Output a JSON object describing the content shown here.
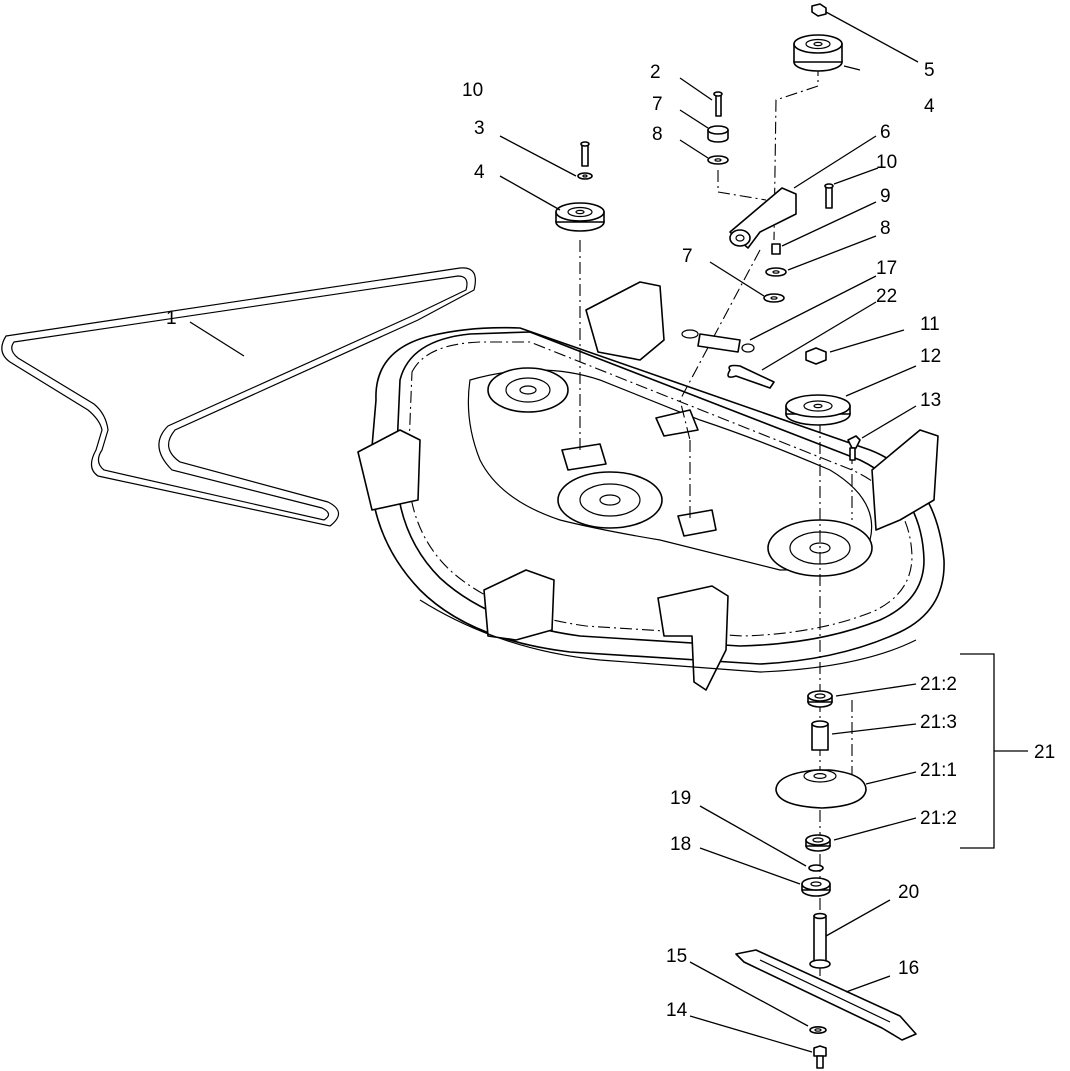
{
  "diagram": {
    "callouts": [
      {
        "id": "c1",
        "label": "1"
      },
      {
        "id": "c2",
        "label": "2"
      },
      {
        "id": "c3",
        "label": "3"
      },
      {
        "id": "c4a",
        "label": "4"
      },
      {
        "id": "c4b",
        "label": "4"
      },
      {
        "id": "c5",
        "label": "5"
      },
      {
        "id": "c6",
        "label": "6"
      },
      {
        "id": "c7a",
        "label": "7"
      },
      {
        "id": "c7b",
        "label": "7"
      },
      {
        "id": "c8a",
        "label": "8"
      },
      {
        "id": "c8b",
        "label": "8"
      },
      {
        "id": "c9",
        "label": "9"
      },
      {
        "id": "c10a",
        "label": "10"
      },
      {
        "id": "c10b",
        "label": "10"
      },
      {
        "id": "c11",
        "label": "11"
      },
      {
        "id": "c12",
        "label": "12"
      },
      {
        "id": "c13",
        "label": "13"
      },
      {
        "id": "c14",
        "label": "14"
      },
      {
        "id": "c15",
        "label": "15"
      },
      {
        "id": "c16",
        "label": "16"
      },
      {
        "id": "c17",
        "label": "17"
      },
      {
        "id": "c18",
        "label": "18"
      },
      {
        "id": "c19",
        "label": "19"
      },
      {
        "id": "c20",
        "label": "20"
      },
      {
        "id": "c21",
        "label": "21"
      },
      {
        "id": "c21_2a",
        "label": "21:2"
      },
      {
        "id": "c21_3",
        "label": "21:3"
      },
      {
        "id": "c21_1",
        "label": "21:1"
      },
      {
        "id": "c21_2b",
        "label": "21:2"
      },
      {
        "id": "c22",
        "label": "22"
      }
    ]
  }
}
